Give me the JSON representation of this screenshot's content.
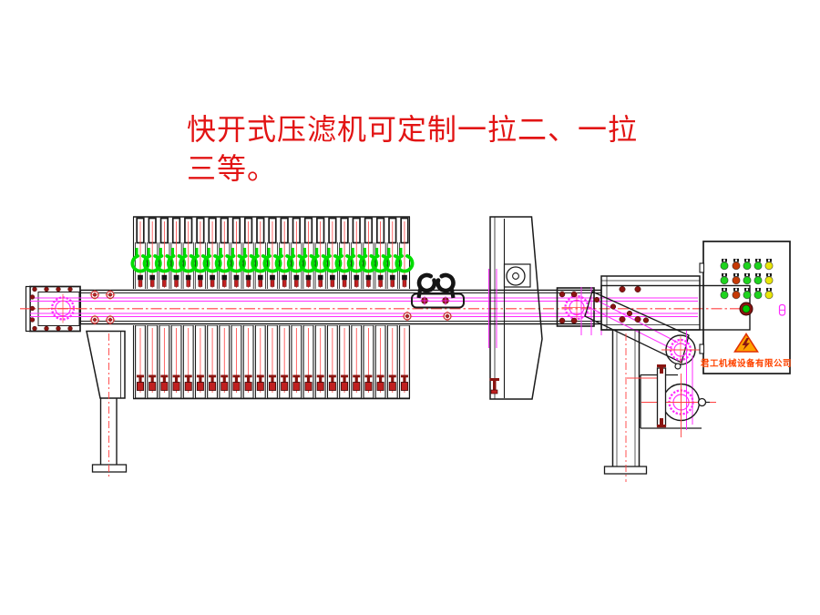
{
  "title": {
    "line1": "快开式压滤机可定制一拉二、一拉",
    "line2": "三等。",
    "color": "#e21414"
  },
  "panel": {
    "company_label": "君工机械设备有限公司",
    "company_color": "#ff4400",
    "light_grid": {
      "rows": 3,
      "columns": 5,
      "column_colors": [
        "#1fd31f",
        "#c63a06",
        "#1fd31f",
        "#1fd31f",
        "#e8e50a"
      ]
    },
    "start_button": {
      "ring_color": "#8a1511",
      "core_color": "#00ca00"
    },
    "warning_triangle": {
      "fill": "#ffa200",
      "border": "#e03000",
      "bolt": "#8a1511"
    },
    "handle_color": "#ff2cff"
  },
  "machine": {
    "plate_count": 23,
    "hook_color": "#00dd00",
    "head_hook_color": "#141414",
    "centerline_color": "#ff4040",
    "magenta_color": "#ff2cff",
    "bolt_color": "#8a1511",
    "valve_color": "#c02020",
    "line_color": "#1a1a1a"
  }
}
